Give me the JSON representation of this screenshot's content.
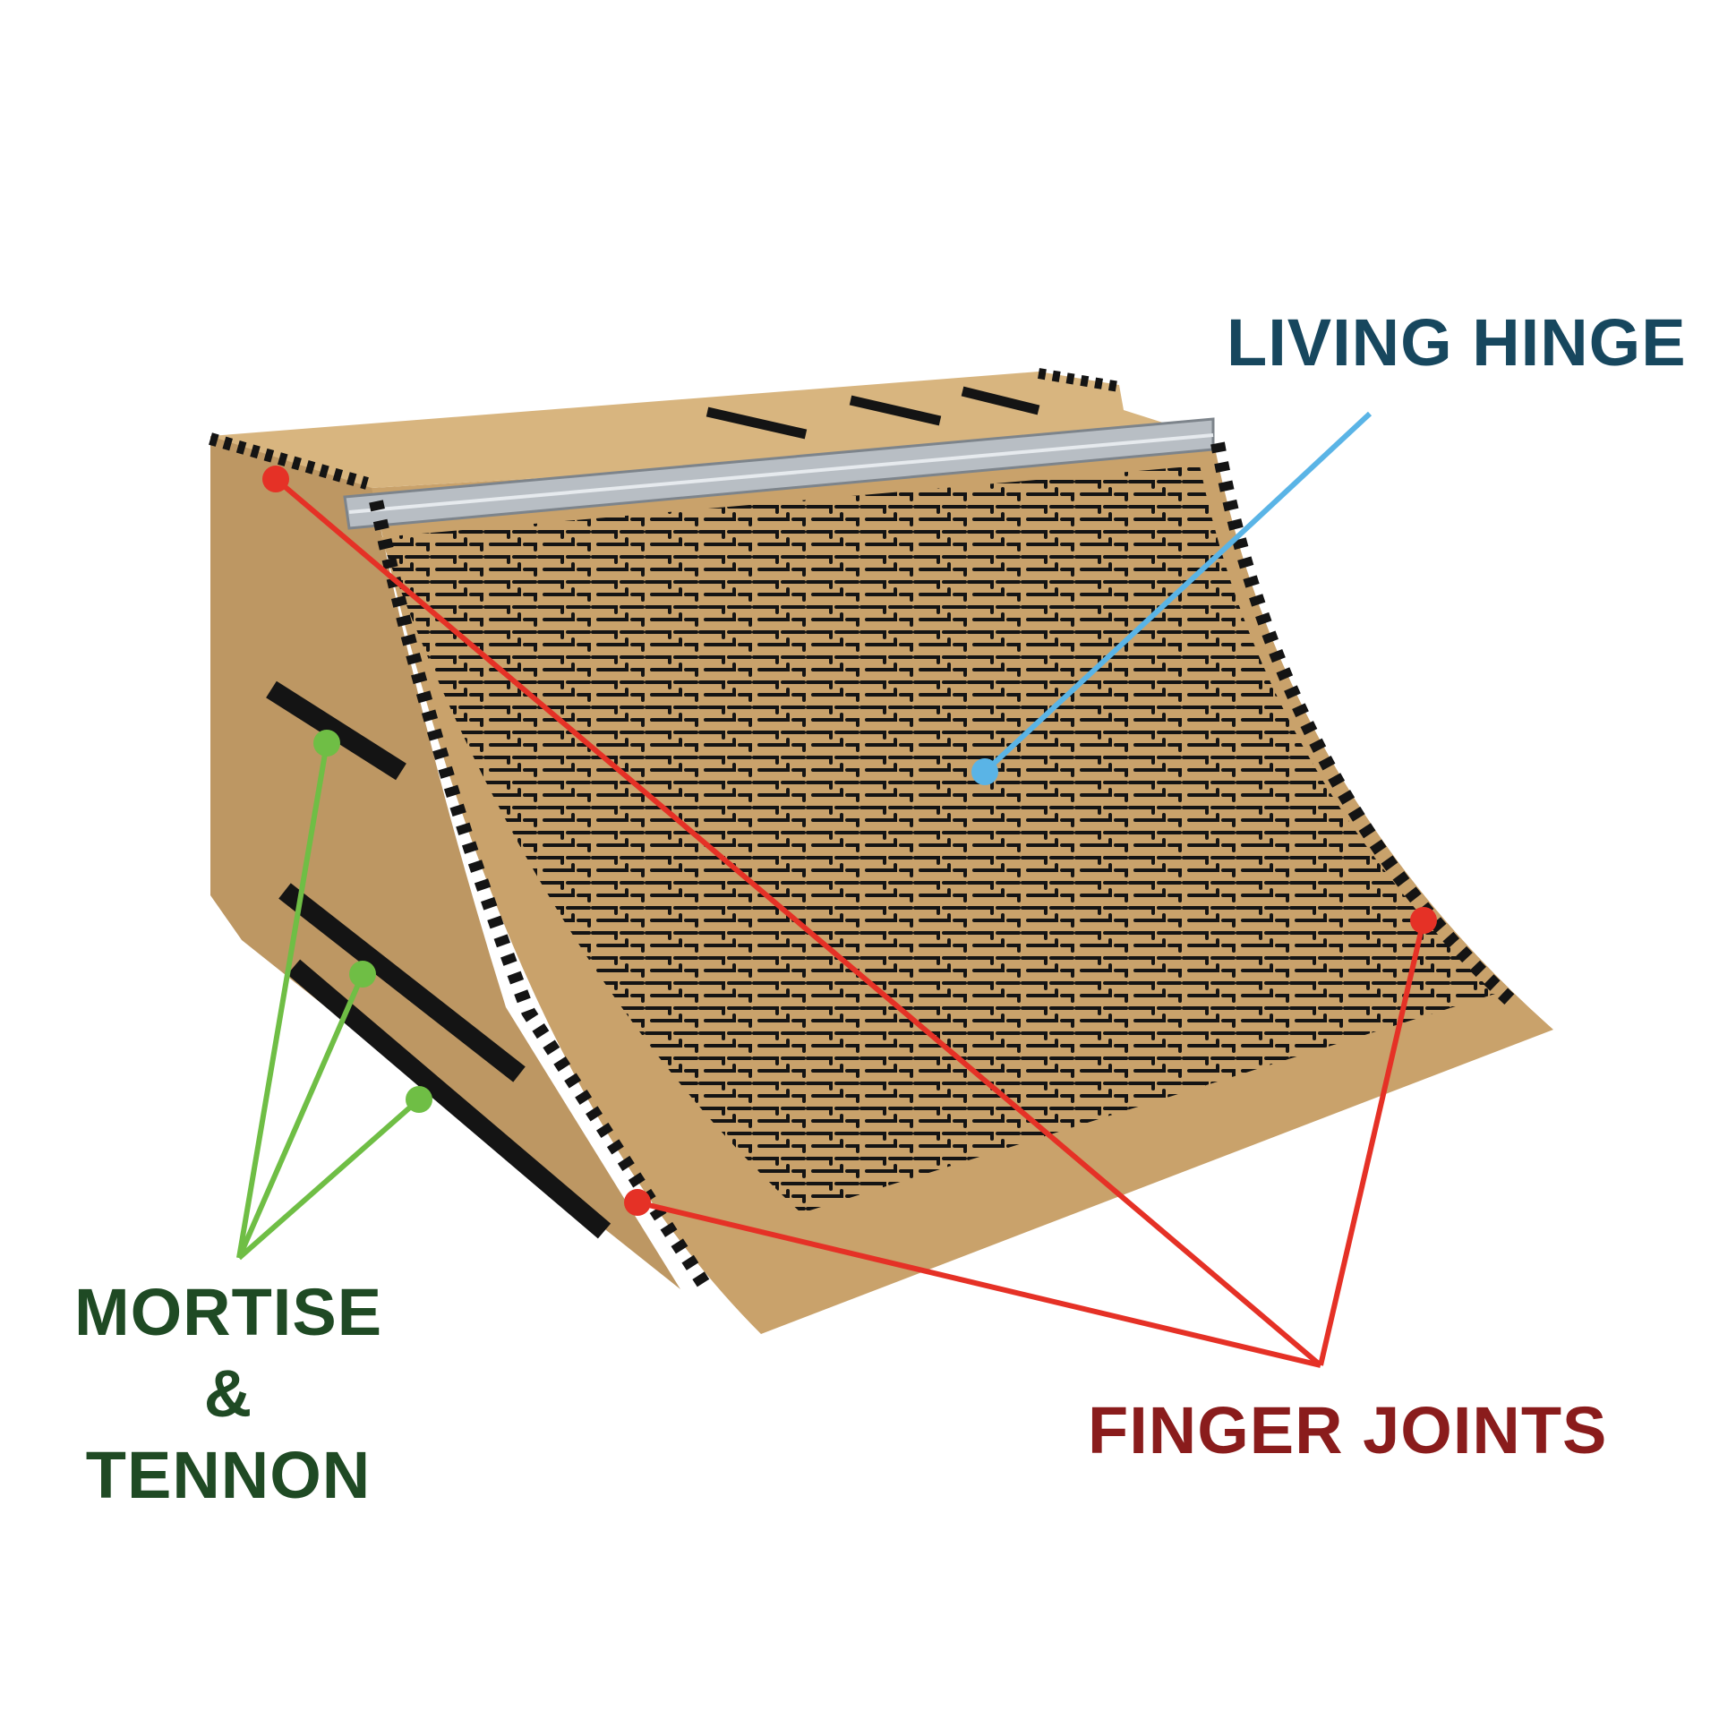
{
  "labels": {
    "living_hinge": "LIVING HINGE",
    "finger_joints": "FINGER JOINTS",
    "mortise_line1": "MORTISE",
    "mortise_line2": "&",
    "mortise_line3": "TENNON"
  },
  "colors": {
    "living_hinge": "#17475e",
    "finger_joints": "#8a1c1c",
    "mortise": "#1f4a24",
    "hinge_leader": "#5ab4e6",
    "finger_leader": "#e53126",
    "mortise_leader": "#6fbe45",
    "wood": "#c9a26b",
    "wood_dark": "#a88655",
    "wood_top": "#d8b57f",
    "slot": "#141414",
    "metal": "#b8bec4"
  }
}
